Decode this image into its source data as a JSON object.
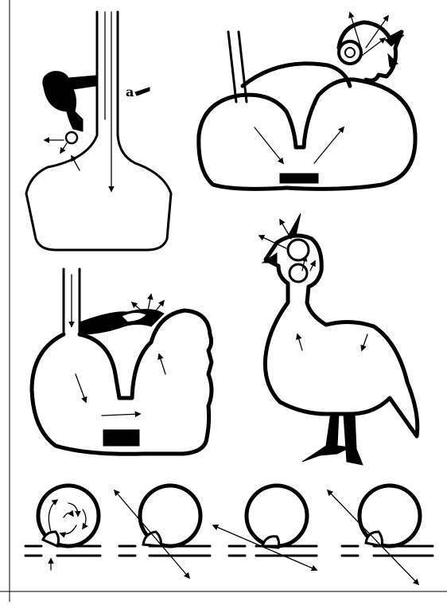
{
  "figure": {
    "labels": {
      "a": "a"
    },
    "panels": [
      {
        "id": "flask-vessel",
        "icon": "flask-whistle-vessel"
      },
      {
        "id": "bird-double-vessel",
        "icon": "bird-head-double-vessel"
      },
      {
        "id": "human-head-double-vessel",
        "icon": "human-head-double-vessel"
      },
      {
        "id": "bird-vessel",
        "icon": "standing-bird-vessel"
      },
      {
        "id": "whistle-chamber-1",
        "icon": "whistle-chamber-swirl"
      },
      {
        "id": "whistle-chamber-2",
        "icon": "whistle-chamber-jet"
      },
      {
        "id": "whistle-chamber-3",
        "icon": "whistle-chamber-jet"
      },
      {
        "id": "whistle-chamber-4",
        "icon": "whistle-chamber-jet"
      }
    ]
  }
}
